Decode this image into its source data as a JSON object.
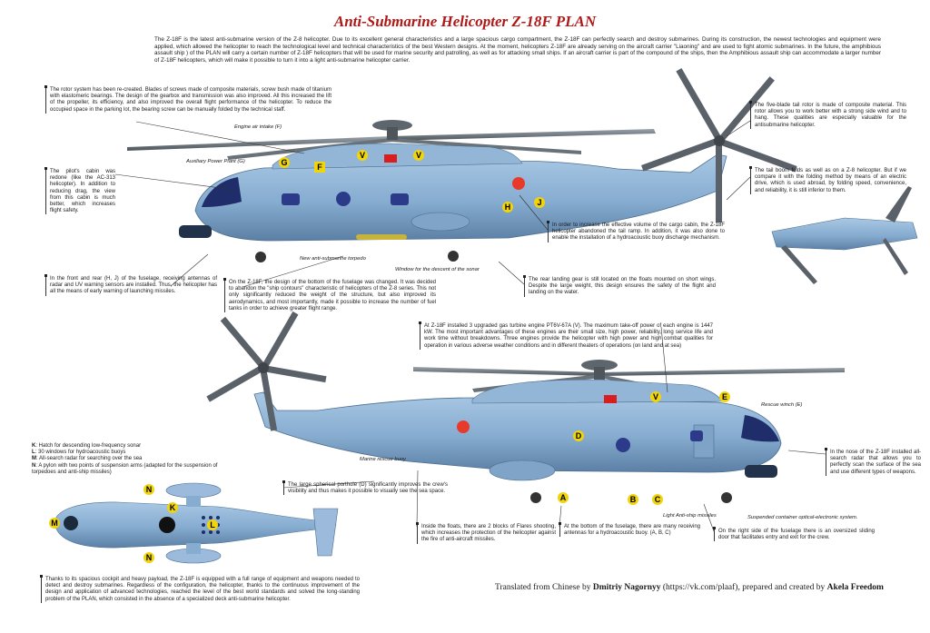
{
  "title": "Anti-Submarine Helicopter Z-18F PLAN",
  "intro": "The Z-18F is the latest anti-submarine version of the Z-8 helicopter. Due to its excellent general characteristics and a large spacious cargo compartment, the Z-18F can perfectly search and destroy submarines. During its construction, the newest technologies and equipment were applied, which allowed the helicopter to reach the technological level and technical characteristics of the best Western designs. At the moment, helicopters Z-18F are already serving on the aircraft carrier \"Liaoning\" and are used to fight atomic submarines. In the future, the amphibious assault ship ) of the PLAN will carry a certain number of Z-18F helicopters that will be used for marine security and patrolling, as well as for attacking small ships. If an aircraft carrier is part of the compound of the ships, then the Amphibious assault ship can accommodate a larger number of Z-18F helicopters, which will make it possible to turn it into a light anti-submarine helicopter carrier.",
  "notes": {
    "rotor": "The rotor system has been re-created. Blades of screws made of composite materials, screw bush made of titanium with elastomeric bearings. The design of the gearbox and transmission was also improved. All this increased the lift of the propeller, its efficiency, and also improved the overall flight performance of the helicopter. To reduce the occupied space in the parking lot, the bearing screw can be manually folded by the technical staff.",
    "cabin": "The pilot's cabin was redone (like the AC-313 helicopter). In addition to reducing drag, the view from this cabin is much better, which increases flight safety.",
    "tail_rotor": "The five-blade tail rotor is made of composite material. This rotor allows you to work better with a strong side wind and to hang. These qualities are especially valuable for the antisubmarine helicopter.",
    "tail_boom": "The tail boom folds as well as on a Z-8 helicopter. But if we compare it with the folding method by means of an electric drive, which is used abroad, by folding speed, convenience, and reliability, it is still inferior to them.",
    "cargo": "In order to increase the effective volume of the cargo cabin, the Z-18F helicopter abandoned the tail ramp. In addition, it was also done to enable the installation of a hydroacoustic buoy discharge mechanism.",
    "antennas": "In the front and rear (H, J) of the fuselage, receiving antennas of radar and UV warning sensors are installed. Thus, the helicopter has all the means of early warning of launching missiles.",
    "bottom": "On the Z-18F, the design of the bottom of the fuselage was changed. It was decided to abandon the \"ship contours\" characteristic of helicopters of the Z-8 series. This not only significantly reduced the weight of the structure, but also improved its aerodynamics, and most importantly, made it possible to increase the number of fuel tanks in order to achieve greater flight range.",
    "landing_gear": "The rear landing gear is still located on the floats mounted on short wings. Despite the large weight, this design ensures the safety of the flight and landing on the water.",
    "engines": "At Z-18F installed 3 upgraded gas turbine engine PT6V-67A (V). The maximum take-off power of each engine is 1447 kW. The most important advantages of these engines are their small size, high power, reliability, long service life and work time without breakdowns. Three engines provide the helicopter with high power and high combat qualities for operation in various adverse weather conditions and in different theaters of operations (on land and at sea)",
    "radar": "In the nose of the Z-18F installed all-search radar that allows you to perfectly scan the surface of the sea and use different types of weapons.",
    "porthole": "The large spherical porthole (D) significantly improves the crew's visibility and thus makes it possible to visually see the sea space.",
    "flares": "Inside the floats, there are 2 blocks of Flares shooting, which increases the protection of the helicopter against the fire of anti-aircraft missiles.",
    "bottom_antennas": "At the bottom of the fuselage, there are many receiving antennas for a hydroacoustic buoy. (A, B, C)",
    "sliding_door": "On the right side of the fuselage there is an oversized sliding door that facilitates entry and exit for the crew.",
    "payload": "Thanks to its spacious cockpit and heavy payload, the Z-18F is equipped with a full range of equipment and weapons needed to detect and destroy submarines. Regardless of the configuration, the helicopter, thanks to the continuous improvement of the design and application of advanced technologies, reached the level of the best world standards and solved the long-standing problem of the PLAN, which consisted in the absence of a specialized deck anti-submarine helicopter."
  },
  "labels": {
    "air_intake": "Engine air intake (F)",
    "apu": "Auxiliary Power Plant (G)",
    "torpedo": "New anti-submarine torpedo",
    "sonar_window": "Window for the descent of the sonar",
    "rescue_winch": "Rescue winch (E)",
    "rescue_buoy": "Marine rescue buoy",
    "light_missiles": "Light Anti-ship missiles",
    "container": "Suspended container optical-electronic system."
  },
  "legend": [
    {
      "key": "K",
      "text": ": Hatch for descending low-frequency sonar"
    },
    {
      "key": "L",
      "text": ": 30 windows for hydroacoustic buoys"
    },
    {
      "key": "M",
      "text": ": All-search radar for searching over the sea"
    },
    {
      "key": "N",
      "text": ": A pylon with two points of suspension arms (adapted for the suspension of torpedoes and anti-ship missiles)"
    }
  ],
  "markers": {
    "top": [
      "G",
      "F",
      "V",
      "V",
      "H",
      "J"
    ],
    "bottom": [
      "V",
      "E",
      "D",
      "A",
      "B",
      "C"
    ],
    "plan": [
      "N",
      "N",
      "K",
      "M",
      "L"
    ]
  },
  "credit": {
    "prefix": "Translated from Chinese by ",
    "translator": "Dmitriy Nagornyy",
    "link": " (https://vk.com/plaaf), prepared and created by ",
    "author": "Akela Freedom"
  },
  "colors": {
    "title": "#b01818",
    "fuselage": "#8db3d6",
    "fuselage_dark": "#5f84a8",
    "marker": "#f2d40a",
    "window": "#2c3a8a"
  }
}
